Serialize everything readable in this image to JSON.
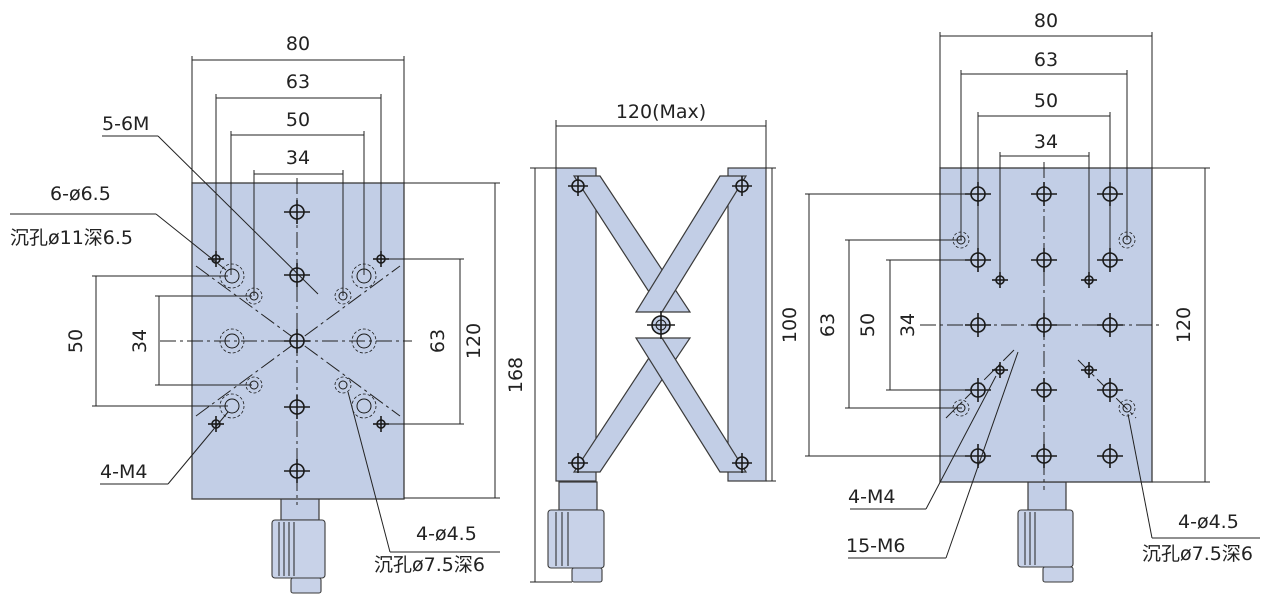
{
  "left_view": {
    "dims": {
      "w80": "80",
      "w63": "63",
      "w50": "50",
      "w34": "34",
      "v50": "50",
      "v34": "34",
      "v63": "63",
      "v120": "120"
    },
    "callouts": {
      "m6": "5-6M",
      "cb_top": "6-ø6.5",
      "cb_bottom": "沉孔ø11深6.5",
      "m4": "4-M4",
      "cb2_top": "4-ø4.5",
      "cb2_bottom": "沉孔ø7.5深6"
    }
  },
  "side_view": {
    "dims": {
      "width": "120(Max)",
      "height_max": "168",
      "height_min": "100"
    }
  },
  "right_view": {
    "dims": {
      "w80": "80",
      "w63": "63",
      "w50": "50",
      "w34": "34",
      "v63": "63",
      "v50": "50",
      "v34": "34",
      "v120": "120"
    },
    "callouts": {
      "m4": "4-M4",
      "m6": "15-M6",
      "cb_top": "4-ø4.5",
      "cb_bottom": "沉孔ø7.5深6"
    }
  }
}
